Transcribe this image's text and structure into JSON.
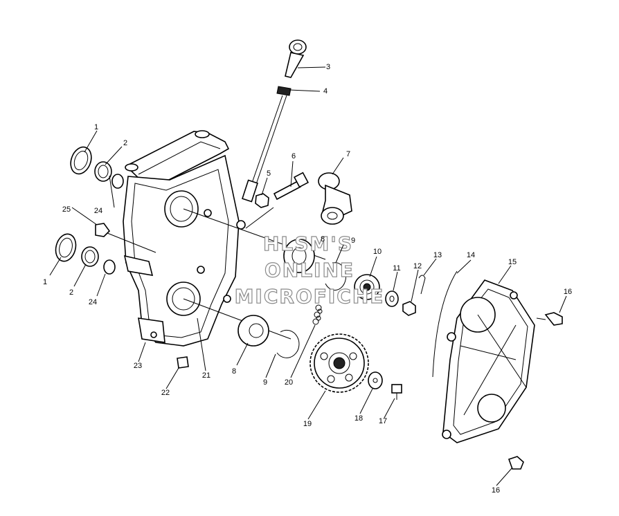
{
  "watermark": {
    "line1": "HLSM'S",
    "line2": "ONLINE",
    "line3": "MICROFICHE"
  },
  "callouts": [
    "1",
    "2",
    "3",
    "4",
    "5",
    "6",
    "7",
    "8",
    "9",
    "10",
    "11",
    "12",
    "13",
    "14",
    "15",
    "16",
    "17",
    "18",
    "19",
    "20",
    "21",
    "22",
    "23",
    "24",
    "25",
    "1",
    "2",
    "24",
    "16",
    "9",
    "8"
  ]
}
